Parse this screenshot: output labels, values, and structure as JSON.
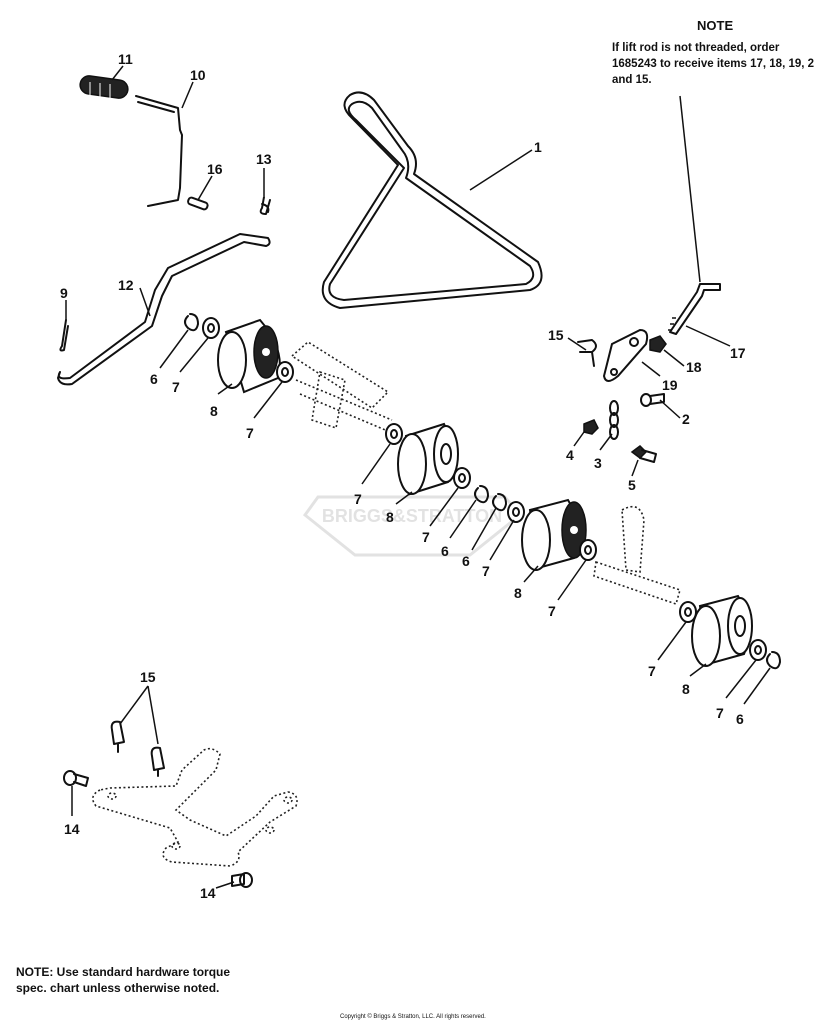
{
  "note": {
    "title": "NOTE",
    "body": "If lift rod is not threaded, order 1685243 to receive items 17, 18, 19, 2 and 15."
  },
  "footer_note": "NOTE: Use standard hardware torque spec. chart unless otherwise noted.",
  "copyright": "Copyright © Briggs & Stratton, LLC. All rights reserved.",
  "watermark": "BRIGGS&STRATTON",
  "callouts": [
    "1",
    "2",
    "3",
    "4",
    "5",
    "6",
    "6",
    "6",
    "6",
    "7",
    "7",
    "7",
    "7",
    "7",
    "7",
    "7",
    "7",
    "8",
    "8",
    "8",
    "8",
    "9",
    "10",
    "11",
    "12",
    "13",
    "14",
    "14",
    "15",
    "15",
    "16",
    "17",
    "18",
    "19"
  ]
}
